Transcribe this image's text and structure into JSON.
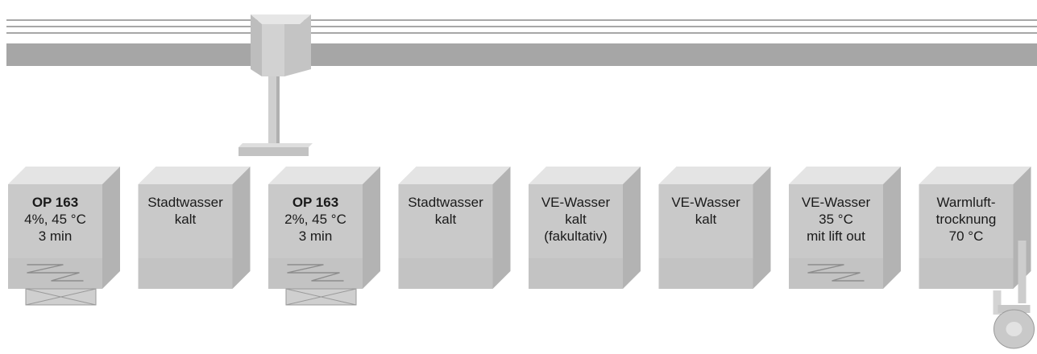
{
  "tanks": [
    {
      "name": "op163-4pct-tank",
      "lines": [
        {
          "text": "OP 163",
          "bold": true
        },
        {
          "text": "4%, 45 °C",
          "bold": false
        },
        {
          "text": "3 min",
          "bold": false
        }
      ],
      "heater": true,
      "ultrasonic": true,
      "dryer": false
    },
    {
      "name": "stadtwasser-kalt-tank-1",
      "lines": [
        {
          "text": "Stadtwasser",
          "bold": false
        },
        {
          "text": "kalt",
          "bold": false
        }
      ],
      "heater": false,
      "ultrasonic": false,
      "dryer": false
    },
    {
      "name": "op163-2pct-tank",
      "lines": [
        {
          "text": "OP 163",
          "bold": true
        },
        {
          "text": "2%, 45 °C",
          "bold": false
        },
        {
          "text": "3 min",
          "bold": false
        }
      ],
      "heater": true,
      "ultrasonic": true,
      "dryer": false
    },
    {
      "name": "stadtwasser-kalt-tank-2",
      "lines": [
        {
          "text": "Stadtwasser",
          "bold": false
        },
        {
          "text": "kalt",
          "bold": false
        }
      ],
      "heater": false,
      "ultrasonic": false,
      "dryer": false
    },
    {
      "name": "ve-wasser-kalt-fakultativ-tank",
      "lines": [
        {
          "text": "VE-Wasser",
          "bold": false
        },
        {
          "text": "kalt",
          "bold": false
        },
        {
          "text": "(fakultativ)",
          "bold": false
        }
      ],
      "heater": false,
      "ultrasonic": false,
      "dryer": false
    },
    {
      "name": "ve-wasser-kalt-tank",
      "lines": [
        {
          "text": "VE-Wasser",
          "bold": false
        },
        {
          "text": "kalt",
          "bold": false
        }
      ],
      "heater": false,
      "ultrasonic": false,
      "dryer": false
    },
    {
      "name": "ve-wasser-35c-lift-out-tank",
      "lines": [
        {
          "text": "VE-Wasser",
          "bold": false
        },
        {
          "text": "35 °C",
          "bold": false
        },
        {
          "text": "mit lift out",
          "bold": false
        }
      ],
      "heater": true,
      "ultrasonic": false,
      "dryer": false
    },
    {
      "name": "warmlufttrocknung-tank",
      "lines": [
        {
          "text": "Warmluft-",
          "bold": false
        },
        {
          "text": "trocknung",
          "bold": false
        },
        {
          "text": "70 °C",
          "bold": false
        }
      ],
      "heater": false,
      "ultrasonic": false,
      "dryer": true
    }
  ],
  "colors": {
    "tank_front": "#c9c9c9",
    "tank_top": "#e4e4e4",
    "tank_side": "#b3b3b3",
    "tank_liquid": "#bebebe",
    "rail": "#a6a6a6",
    "rail_lines": "#8a8a8a",
    "hoist": "#d6d6d6",
    "outline": "#9a9a9a"
  }
}
